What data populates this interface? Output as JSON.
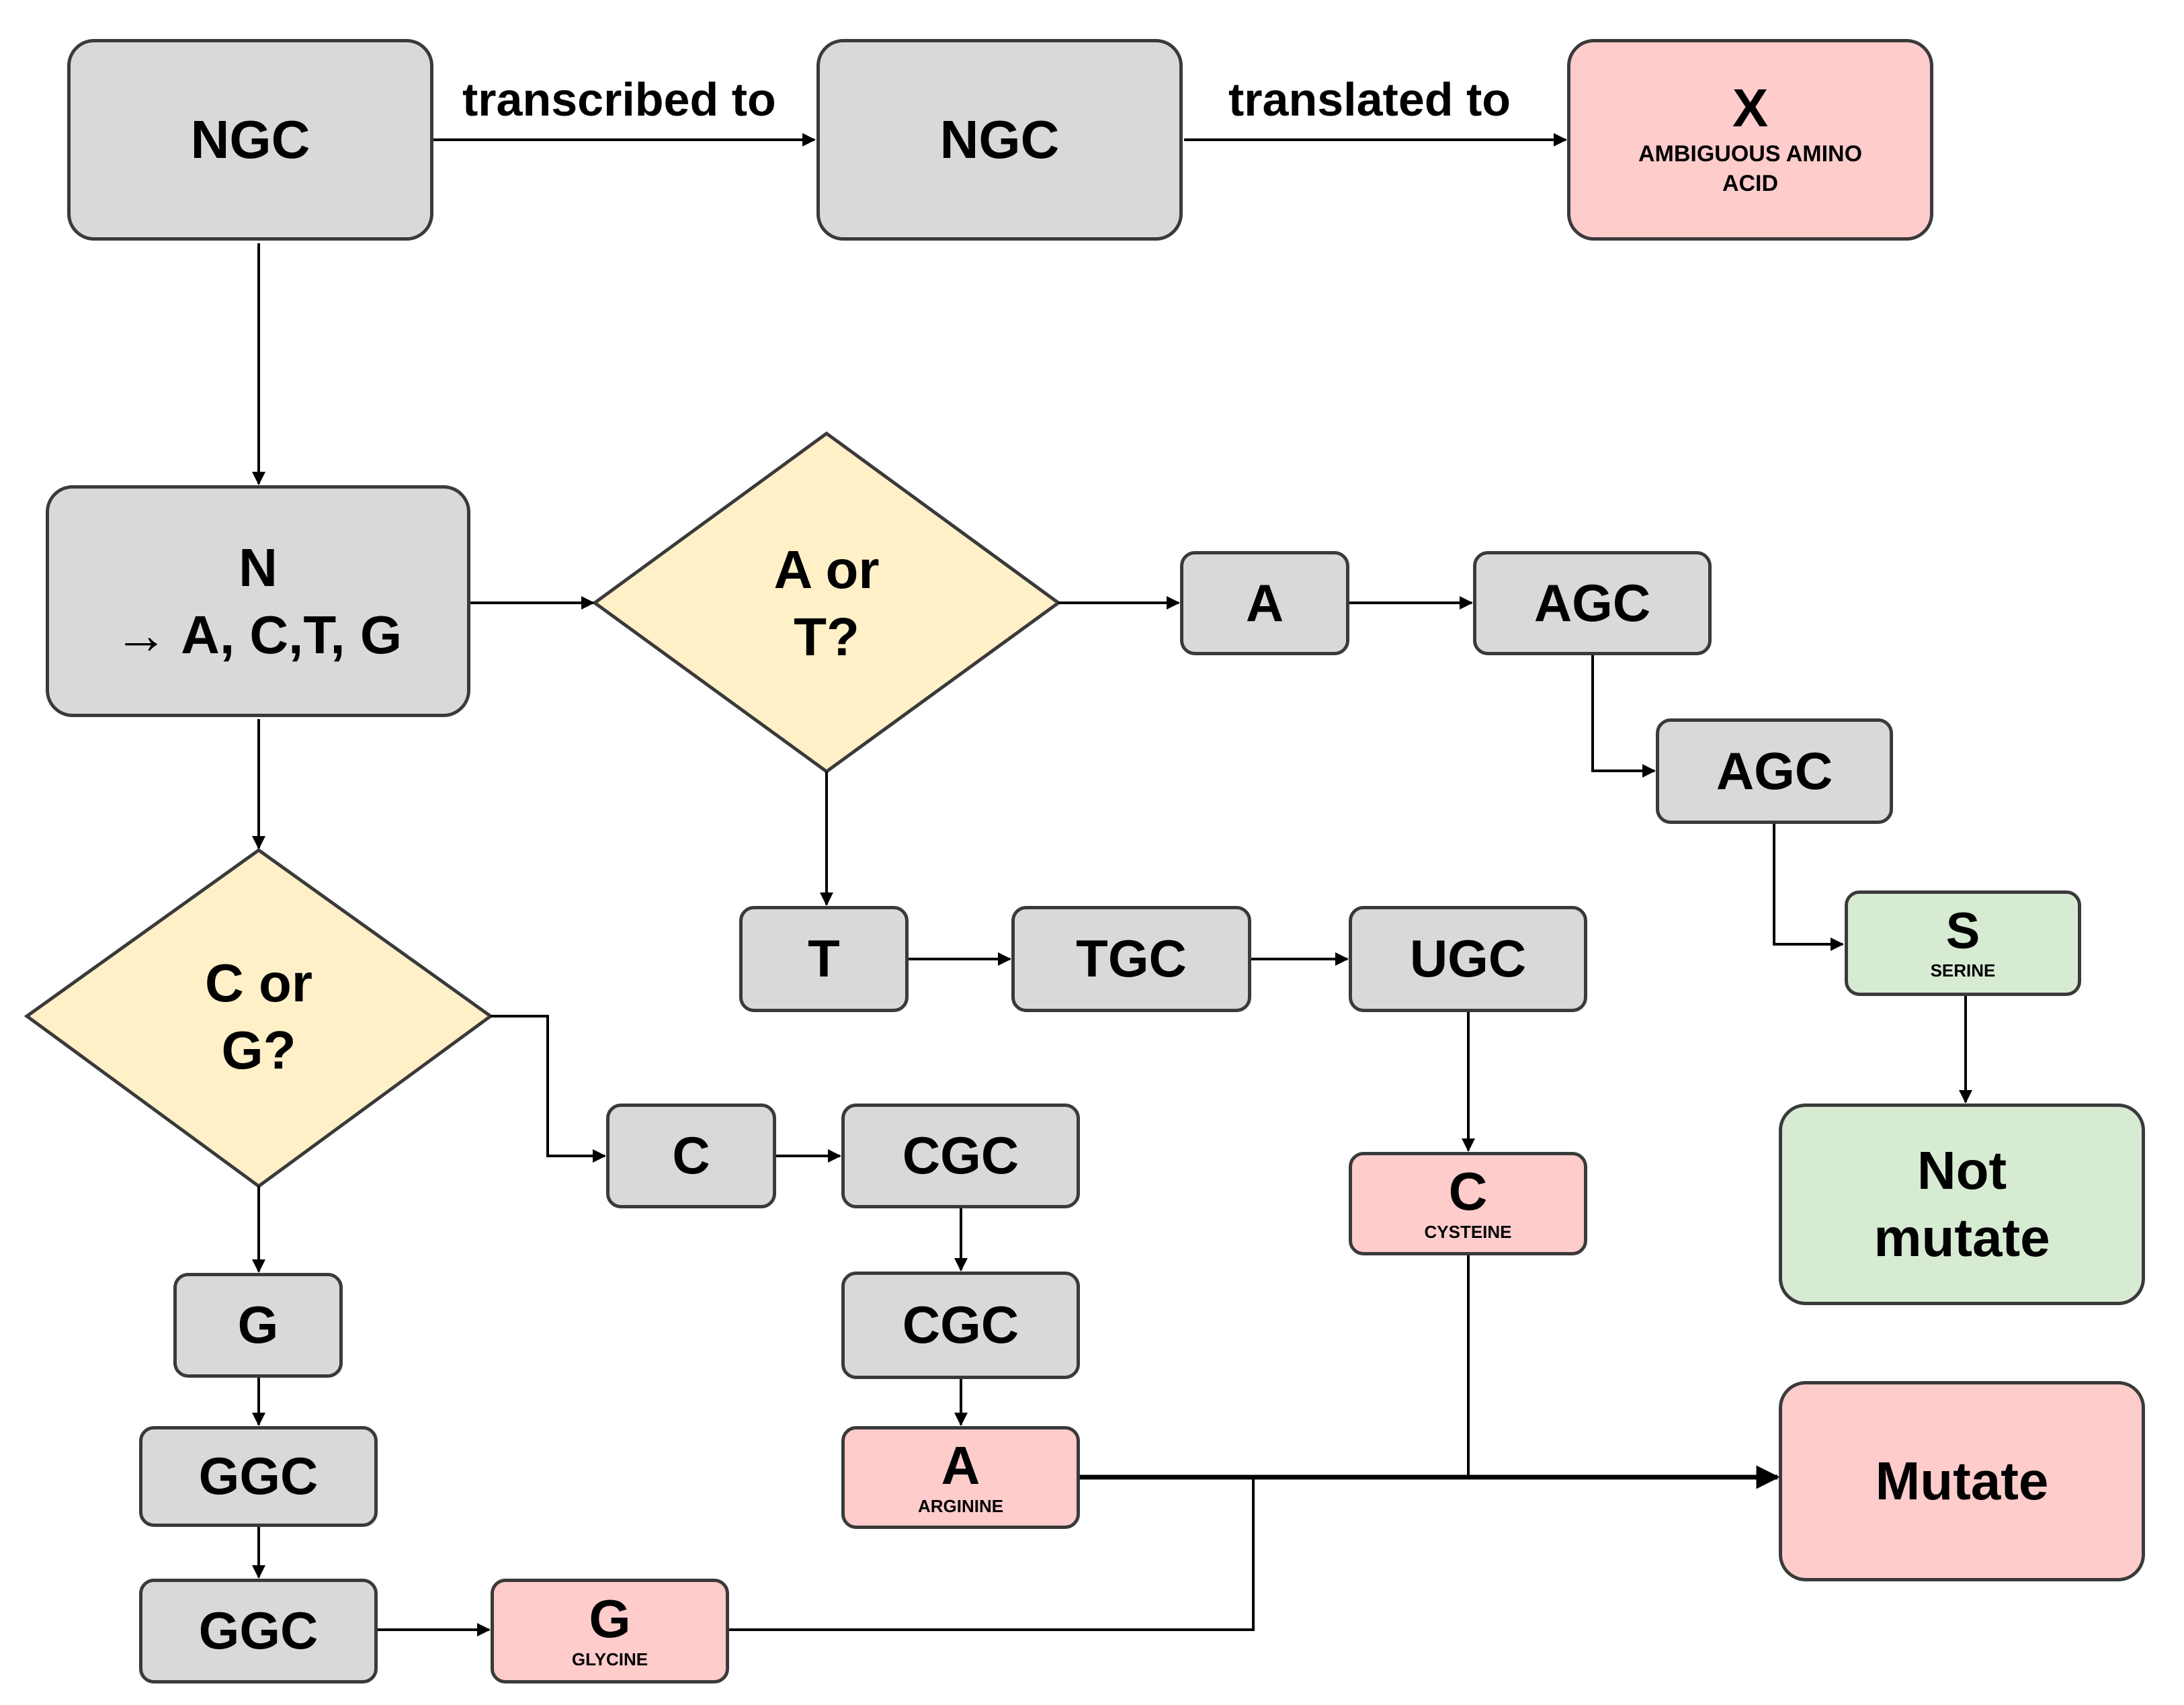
{
  "colors": {
    "gray": "#d9d9d9",
    "red": "#ffcccc",
    "green": "#d7ebd3",
    "yellow": "#fff0c8",
    "line": "#000000"
  },
  "edge_labels": {
    "transcribed": "transcribed to",
    "translated": "translated to"
  },
  "nodes": {
    "ngc_dna": "NGC",
    "ngc_rna": "NGC",
    "x_main": "X",
    "x_sub_1": "AMBIGUOUS AMINO",
    "x_sub_2": "ACID",
    "n_line1": "N",
    "n_line2": "→ A, C,T, G",
    "a_or_t_1": "A or",
    "a_or_t_2": "T?",
    "c_or_g_1": "C or",
    "c_or_g_2": "G?",
    "a_base": "A",
    "agc_dna": "AGC",
    "agc_rna": "AGC",
    "s_main": "S",
    "s_sub": "SERINE",
    "not_mutate_1": "Not",
    "not_mutate_2": "mutate",
    "t_base": "T",
    "tgc_dna": "TGC",
    "ugc_rna": "UGC",
    "cys_main": "C",
    "cys_sub": "CYSTEINE",
    "c_base": "C",
    "cgc_dna": "CGC",
    "cgc_rna": "CGC",
    "arg_main": "A",
    "arg_sub": "ARGININE",
    "g_base": "G",
    "ggc_dna": "GGC",
    "ggc_rna": "GGC",
    "gly_main": "G",
    "gly_sub": "GLYCINE",
    "mutate": "Mutate"
  }
}
